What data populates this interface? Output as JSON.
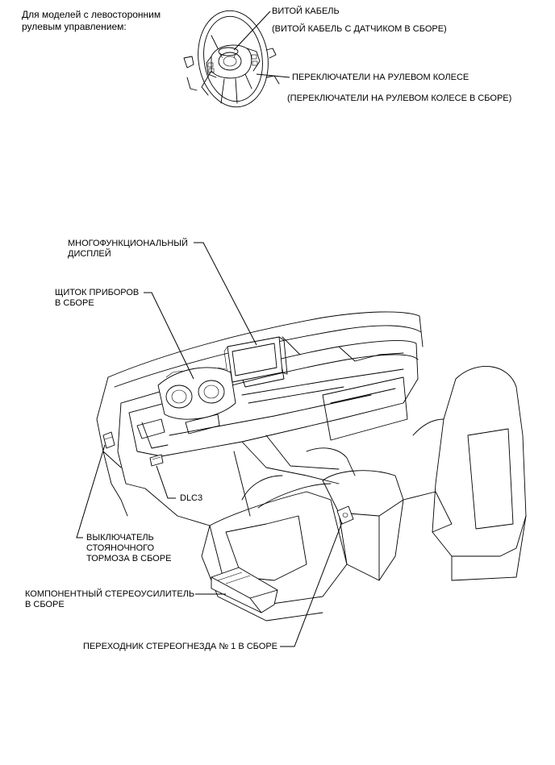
{
  "intro": {
    "line1": "Для моделей с левосторонним",
    "line2": "рулевым управлением:"
  },
  "labels": {
    "spiral_cable": "ВИТОЙ КАБЕЛЬ",
    "spiral_cable_assy": "(ВИТОЙ КАБЕЛЬ С ДАТЧИКОМ В СБОРЕ)",
    "steering_switches": "ПЕРЕКЛЮЧАТЕЛИ НА РУЛЕВОМ КОЛЕСЕ",
    "steering_switches_assy": "(ПЕРЕКЛЮЧАТЕЛИ НА РУЛЕВОМ КОЛЕСЕ В СБОРЕ)",
    "multi_display_1": "МНОГОФУНКЦИОНАЛЬНЫЙ",
    "multi_display_2": "ДИСПЛЕЙ",
    "meter_1": "ЩИТОК ПРИБОРОВ",
    "meter_2": "В СБОРЕ",
    "dlc3": "DLC3",
    "brake_1": "ВЫКЛЮЧАТЕЛЬ",
    "brake_2": "СТОЯНОЧНОГО",
    "brake_3": "ТОРМОЗА В СБОРЕ",
    "amp_1": "КОМПОНЕНТНЫЙ СТЕРЕОУСИЛИТЕЛЬ",
    "amp_2": "В СБОРЕ",
    "jack": "ПЕРЕХОДНИК СТЕРЕОГНЕЗДА № 1 В СБОРЕ"
  }
}
